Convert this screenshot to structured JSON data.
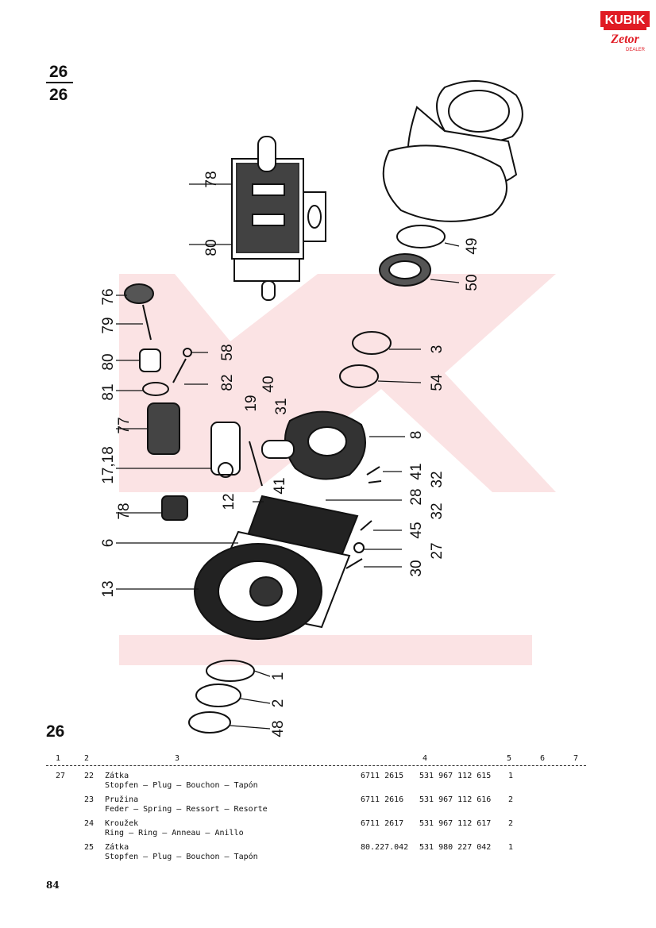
{
  "brand": {
    "top": "KUBIK",
    "bottom": "Zetor",
    "tag": "DEALER"
  },
  "fraction": {
    "numerator": "26",
    "denominator": "26"
  },
  "callouts": [
    "78",
    "80",
    "76",
    "79",
    "58",
    "80",
    "82",
    "81",
    "40",
    "19",
    "31",
    "77",
    "17,18",
    "8",
    "41",
    "41",
    "32",
    "28",
    "12",
    "78",
    "32",
    "6",
    "45",
    "27",
    "30",
    "13",
    "49",
    "50",
    "3",
    "54",
    "1",
    "2",
    "48"
  ],
  "section_number": "26",
  "table": {
    "headers": [
      "1",
      "2",
      "3",
      "4",
      "5",
      "6",
      "7"
    ],
    "rows": [
      {
        "fig": "27",
        "pos": "22",
        "name": "Zátka",
        "translations": "Stopfen — Plug — Bouchon — Tapón",
        "code": "6711 2615",
        "part_no": "531 967 112 615",
        "qty": "1"
      },
      {
        "fig": "",
        "pos": "23",
        "name": "Pružina",
        "translations": "Feder — Spring — Ressort — Resorte",
        "code": "6711 2616",
        "part_no": "531 967 112 616",
        "qty": "2"
      },
      {
        "fig": "",
        "pos": "24",
        "name": "Kroužek",
        "translations": "Ring — Ring — Anneau — Anillo",
        "code": "6711 2617",
        "part_no": "531 967 112 617",
        "qty": "2"
      },
      {
        "fig": "",
        "pos": "25",
        "name": "Zátka",
        "translations": "Stopfen — Plug — Bouchon — Tapón",
        "code": "80.227.042",
        "part_no": "531 980 227 042",
        "qty": "1"
      }
    ]
  },
  "page_number": "84"
}
